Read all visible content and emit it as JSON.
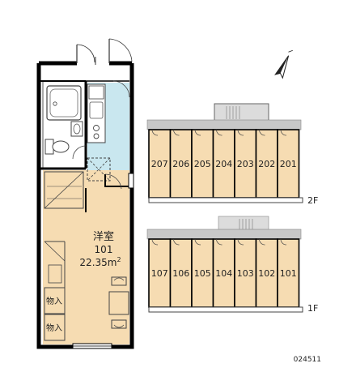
{
  "floorplan": {
    "room_type": "洋室",
    "room_number": "101",
    "area": "22.35m",
    "area_superscript": "2",
    "storage_label_1": "物入",
    "storage_label_2": "物入"
  },
  "building": {
    "floor_2_label": "2F",
    "floor_1_label": "1F",
    "floor_2_units": [
      "207",
      "206",
      "205",
      "204",
      "203",
      "202",
      "201"
    ],
    "floor_1_units": [
      "107",
      "106",
      "105",
      "104",
      "103",
      "102",
      "101"
    ],
    "highlighted_unit": "101"
  },
  "code": "024511",
  "colors": {
    "room_fill": "#f6dcb2",
    "wet_area_fill": "#c9e7ef",
    "wall": "#000000",
    "corridor": "#c8c8c8"
  },
  "icons": {
    "compass": "north-arrow-icon"
  }
}
